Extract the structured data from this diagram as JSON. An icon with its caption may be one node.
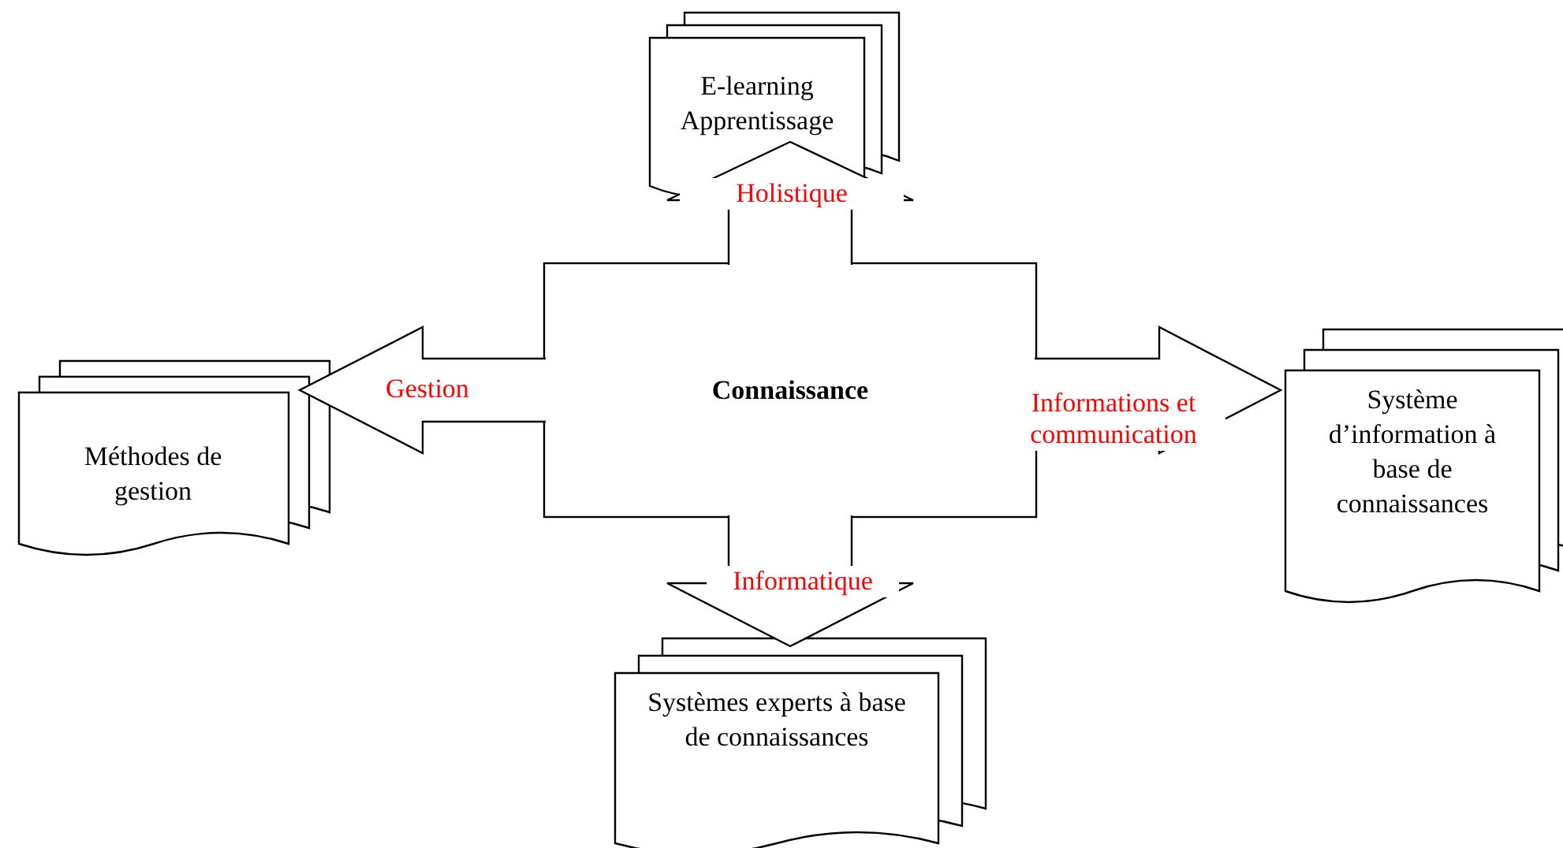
{
  "diagram": {
    "nodes": [
      {
        "text": [
          "Connaissance"
        ]
      },
      {
        "text": [
          "E-learning Apprentissage"
        ]
      },
      {
        "text": [
          "Méthodes de gestion"
        ]
      },
      {
        "text": [
          "Système d’information à base de connaissances"
        ]
      },
      {
        "text": [
          "Systèmes experts à base de connaissances"
        ]
      }
    ],
    "edges": [
      {
        "from": 0,
        "to": 1,
        "arrow": "to",
        "label": "Holistique"
      },
      {
        "from": 0,
        "to": 2,
        "arrow": "to",
        "label": "Gestion"
      },
      {
        "from": 0,
        "to": 3,
        "arrow": "to",
        "label": "Informations et communication"
      },
      {
        "from": 0,
        "to": 4,
        "arrow": "to",
        "label": "Informatique"
      }
    ]
  }
}
